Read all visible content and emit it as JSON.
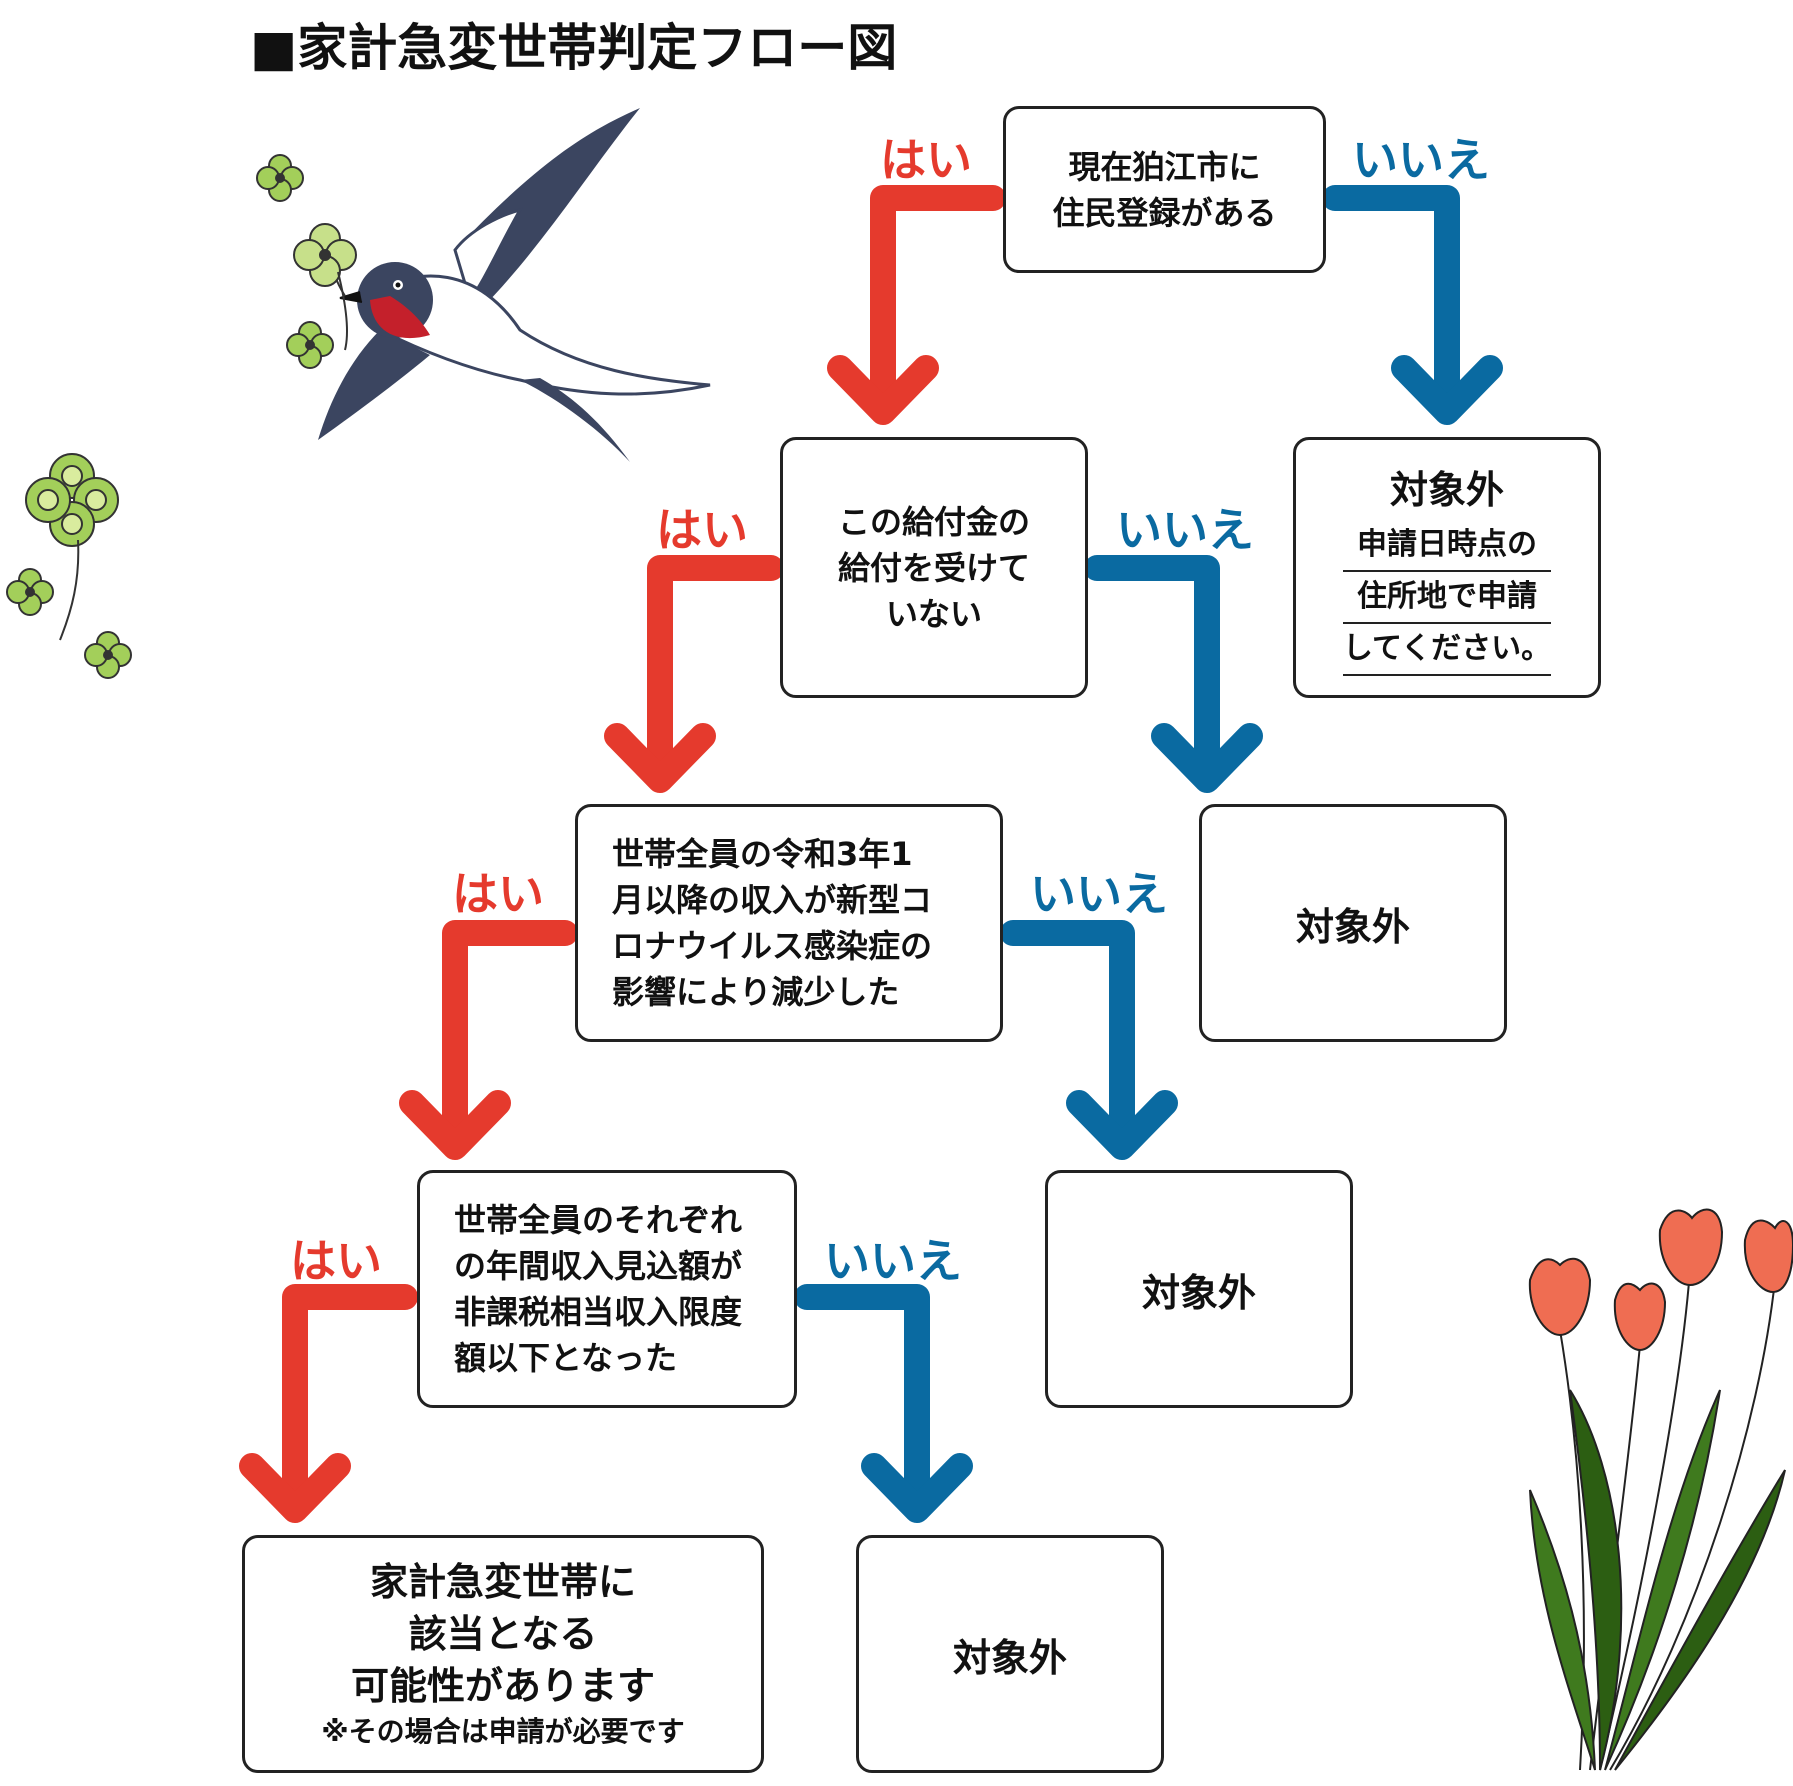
{
  "title": "■家計急変世帯判定フロー図",
  "labels": {
    "yes": "はい",
    "no": "いいえ"
  },
  "colors": {
    "yes": "#e53a2d",
    "no": "#0a6aa1"
  },
  "nodes": {
    "q1": [
      "現在狛江市に",
      "住民登録がある"
    ],
    "q2": [
      "この給付金の",
      "給付を受けて",
      "いない"
    ],
    "q3": [
      "世帯全員の令和3年1",
      "月以降の収入が新型コ",
      "ロナウイルス感染症の",
      "影響により減少した"
    ],
    "q4": [
      "世帯全員のそれぞれ",
      "の年間収入見込額が",
      "非課税相当収入限度",
      "額以下となった"
    ],
    "out1": {
      "title": "対象外",
      "note": [
        "申請日時点の",
        "住所地で申請",
        "してください。"
      ]
    },
    "out2": "対象外",
    "out3": "対象外",
    "out4": "対象外",
    "final": {
      "lines": [
        "家計急変世帯に",
        "該当となる",
        "可能性があります"
      ],
      "note": "※その場合は申請が必要です"
    }
  },
  "decorations": [
    "swallow-illustration",
    "clover-illustration",
    "tulip-illustration"
  ]
}
